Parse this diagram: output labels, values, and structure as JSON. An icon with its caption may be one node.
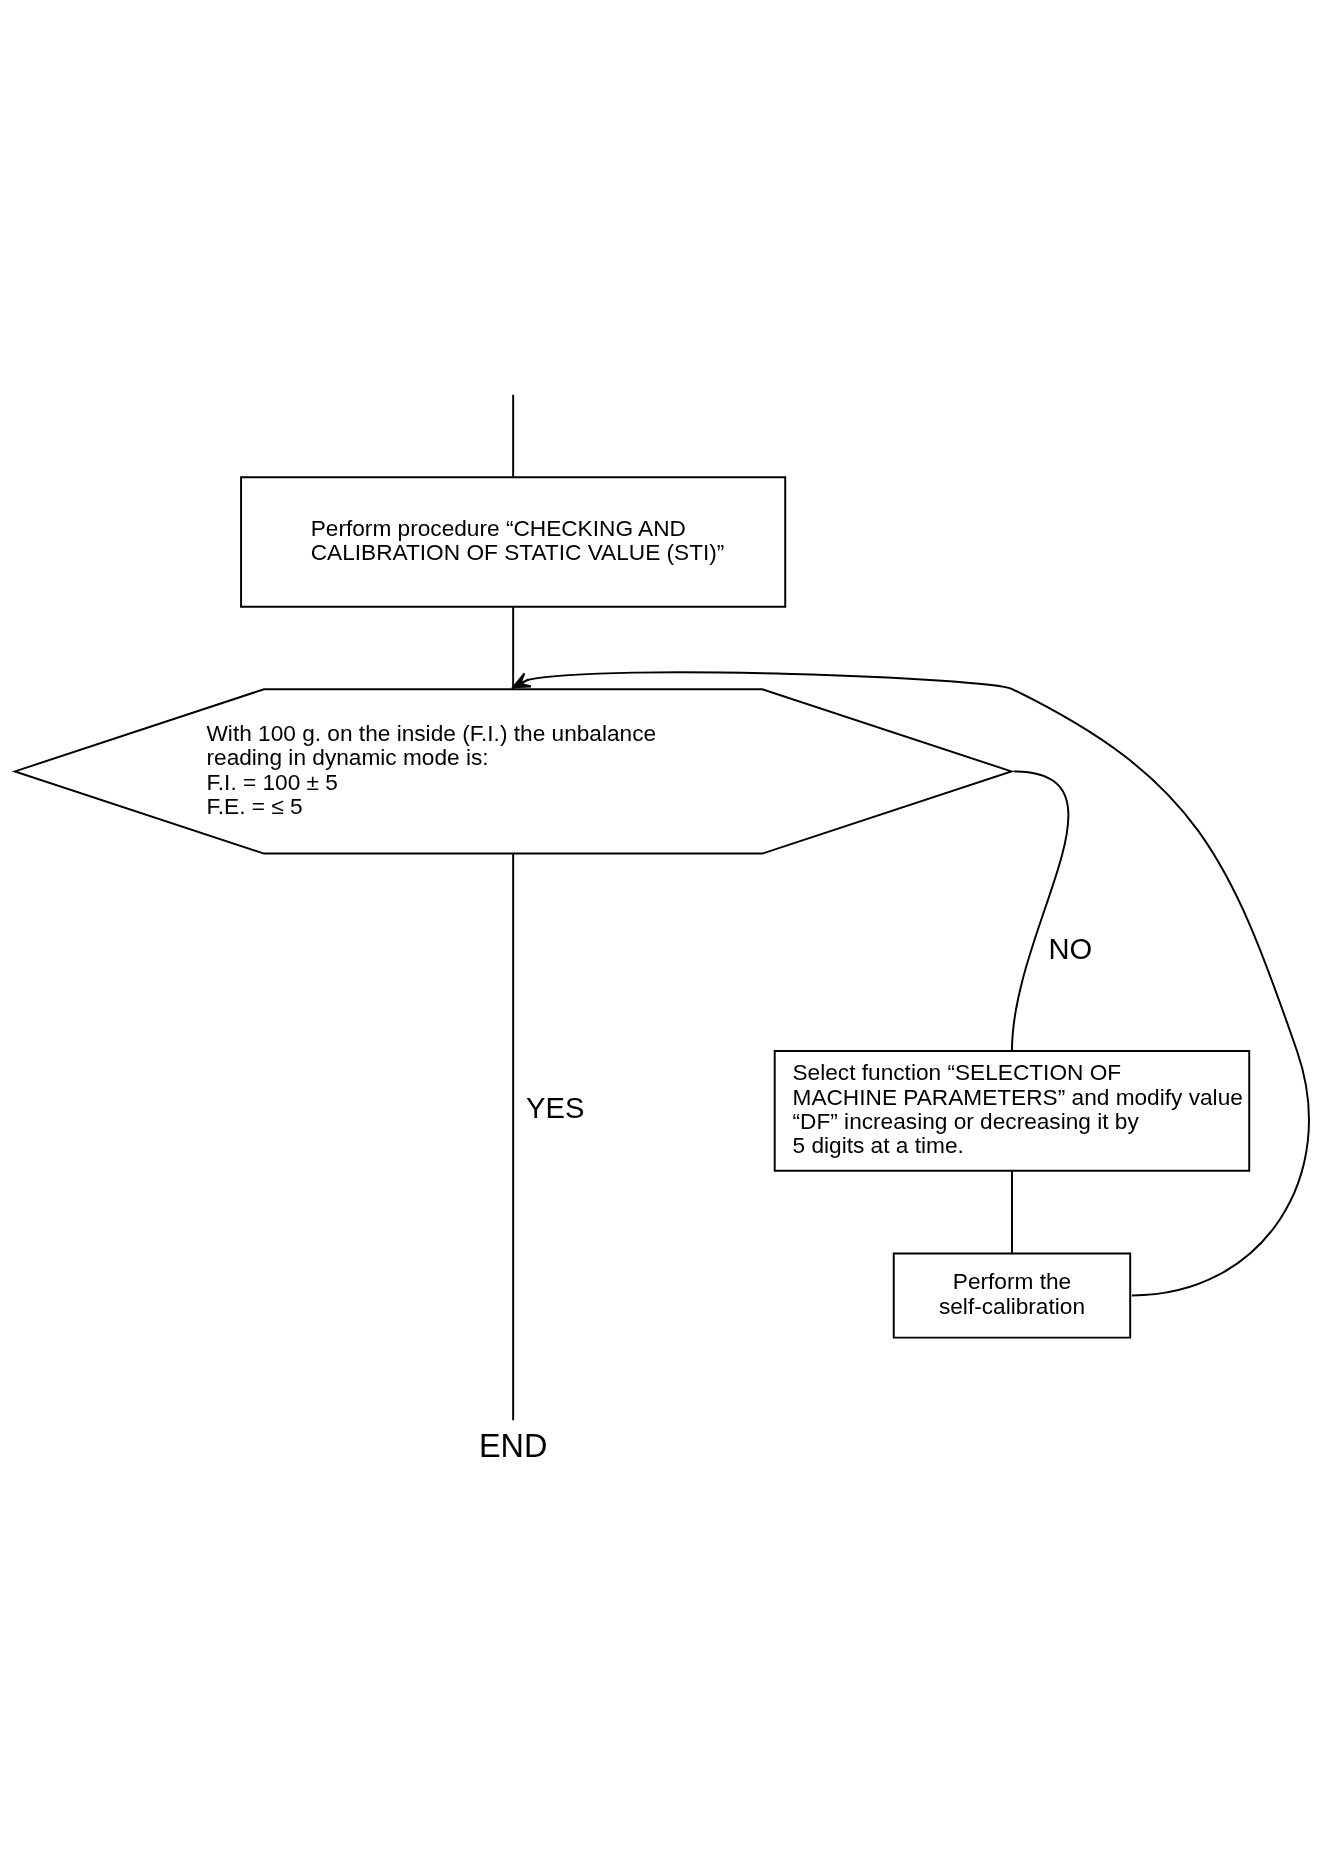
{
  "diagram": {
    "nodes": [
      {
        "text": [
          "Perform procedure “CHECKING AND CALIBRATION OF STATIC VALUE (STI)”"
        ]
      },
      {
        "text": [
          "With 100 g. on the inside (F.I.) the unbalance reading in dynamic mode is:",
          "F.I. = 100 ± 5",
          "F.E. = ≤ 5"
        ]
      },
      {
        "text": [
          "Select function “SELECTION OF MACHINE PARAMETERS” and modify value “DF” increasing or decreasing it by 5 digits at a time."
        ]
      },
      {
        "text": [
          "Perform the self-calibration"
        ]
      },
      {
        "text": [
          "END"
        ]
      }
    ],
    "edges": [
      {
        "from": null,
        "to": 0,
        "arrow": "none"
      },
      {
        "from": 0,
        "to": 1,
        "arrow": "none"
      },
      {
        "from": 1,
        "to": 2,
        "arrow": "none",
        "label": "NO"
      },
      {
        "from": 2,
        "to": 3,
        "arrow": "none"
      },
      {
        "from": 3,
        "to": 1,
        "arrow": "to"
      },
      {
        "from": 1,
        "to": 4,
        "arrow": "none",
        "label": "YES"
      }
    ]
  }
}
